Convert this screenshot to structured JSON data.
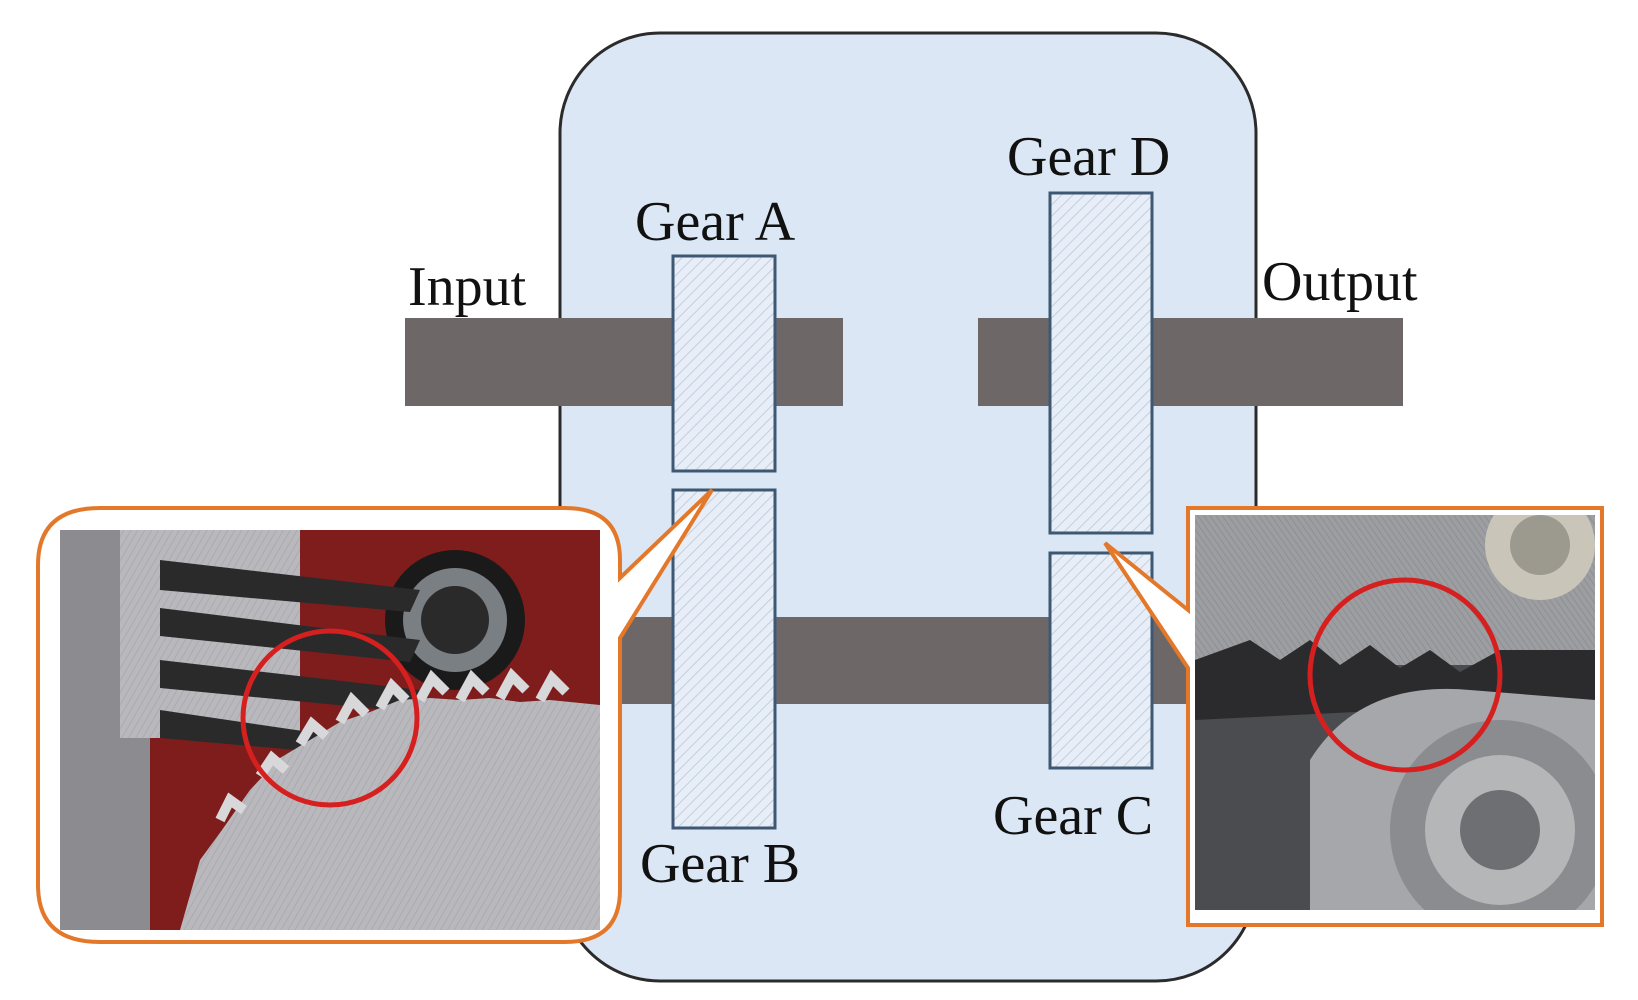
{
  "labels": {
    "input": "Input",
    "output": "Output",
    "gear_a": "Gear A",
    "gear_b": "Gear B",
    "gear_c": "Gear C",
    "gear_d": "Gear D"
  },
  "colors": {
    "housing_fill": "#dbe7f4",
    "housing_stroke": "#2b2b2b",
    "shaft": "#6d6767",
    "gear_fill": "#e7eef7",
    "gear_stroke": "#3e5874",
    "callout": "#e4782a",
    "highlight_circle": "#d62020",
    "photo_red": "#7e1d1c"
  },
  "insets": [
    {
      "name": "gear-ab-mesh-photo",
      "points_to": "Gear A / Gear B"
    },
    {
      "name": "gear-cd-mesh-photo",
      "points_to": "Gear C / Gear D"
    }
  ]
}
